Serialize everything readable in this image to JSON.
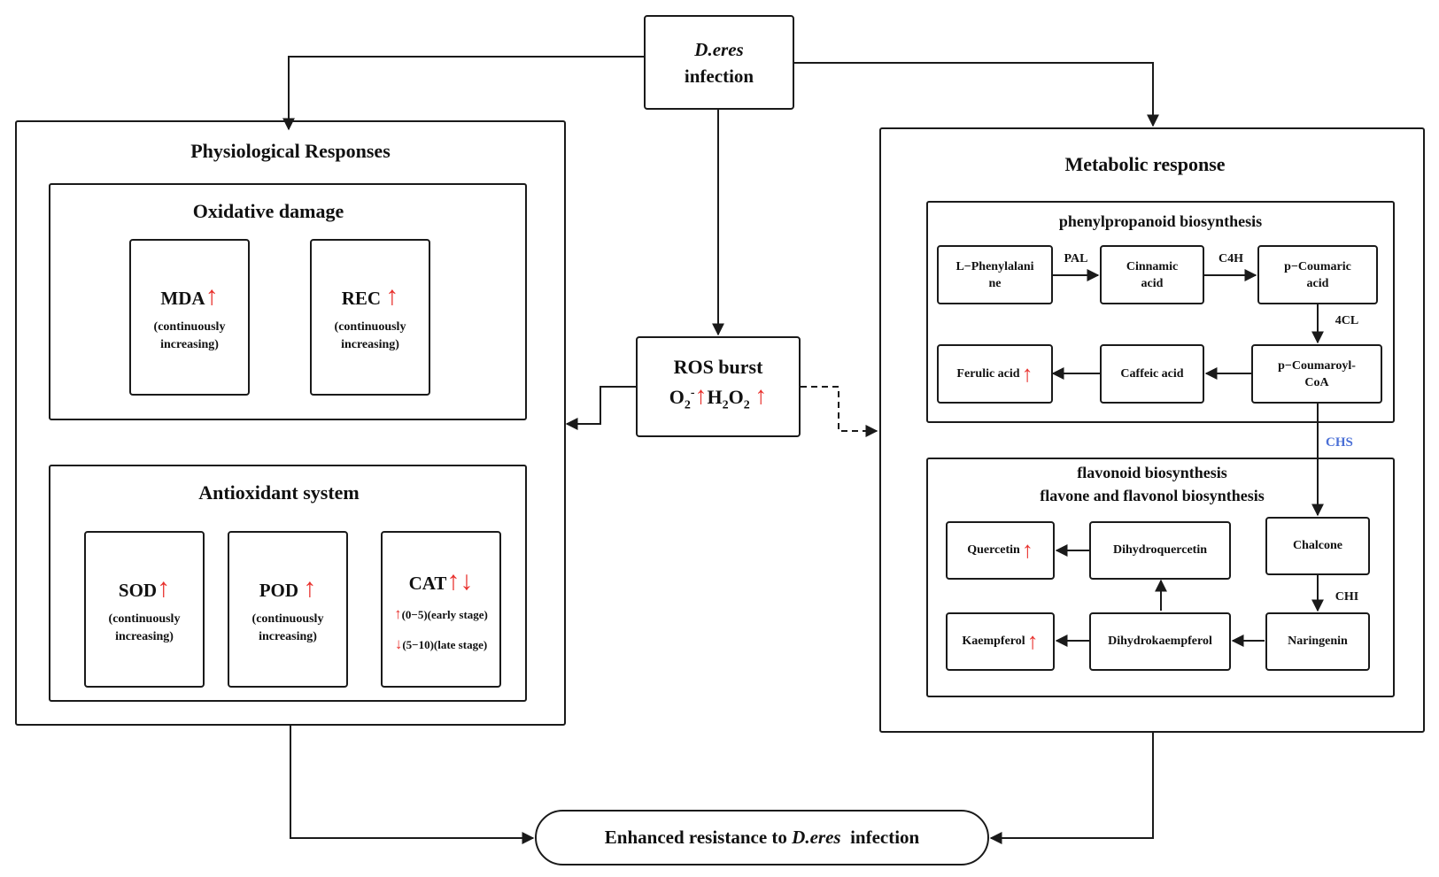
{
  "top": {
    "line1": "D.eres",
    "line2": "infection"
  },
  "physio": {
    "title": "Physiological Responses",
    "oxidative": {
      "title": "Oxidative damage",
      "mda": {
        "name": "MDA",
        "up": "↑",
        "note1": "(continuously",
        "note2": "increasing)"
      },
      "rec": {
        "name": "REC",
        "up": "↑",
        "note1": "(continuously",
        "note2": "increasing)"
      }
    },
    "antiox": {
      "title": "Antioxidant system",
      "sod": {
        "name": "SOD",
        "up": "↑",
        "note1": "(continuously",
        "note2": "increasing)"
      },
      "pod": {
        "name": "POD",
        "up": "↑",
        "note1": "(continuously",
        "note2": "increasing)"
      },
      "cat": {
        "name": "CAT",
        "updown": "↑↓",
        "early_arrow": "↑",
        "early": "(0−5)(early stage)",
        "late_arrow": "↓",
        "late": "(5−10)(late stage)"
      }
    }
  },
  "ros": {
    "title": "ROS burst",
    "o2": "O",
    "o2_sub": "2",
    "o2_sup": "-",
    "up1": "↑",
    "h": "H",
    "h_sub": "2",
    "o": "O",
    "o_sub": "2",
    "up2": "↑"
  },
  "metab": {
    "title": "Metabolic response",
    "phenyl": {
      "title": "phenylpropanoid biosynthesis",
      "l_phe": {
        "line1": "L−Phenylalani",
        "line2": "ne"
      },
      "cinnamic": {
        "line1": "Cinnamic",
        "line2": "acid"
      },
      "p_coumaric": {
        "line1": "p−Coumaric",
        "line2": "acid"
      },
      "p_coumaroyl": {
        "line1": "p−Coumaroyl-",
        "line2": "CoA"
      },
      "caffeic": "Caffeic acid",
      "ferulic": "Ferulic acid",
      "ferulic_up": "↑",
      "pal": "PAL",
      "c4h": "C4H",
      "fourcl": "4CL"
    },
    "chs": "CHS",
    "flav": {
      "title1": "flavonoid biosynthesis",
      "title2": "flavone and flavonol biosynthesis",
      "chalcone": "Chalcone",
      "naringenin": "Naringenin",
      "dihydrokaempferol": "Dihydrokaempferol",
      "dihydroquercetin": "Dihydroquercetin",
      "quercetin": "Quercetin",
      "kaempferol": "Kaempferol",
      "quercetin_up": "↑",
      "kaempferol_up": "↑",
      "chi": "CHI"
    }
  },
  "bottom": {
    "part1": "Enhanced resistance to",
    "part2": "D.eres",
    "part3": "infection"
  },
  "colors": {
    "line": "#1a1a1a",
    "up_arrow": "#e8302c",
    "chs": "#4a6fd6"
  }
}
